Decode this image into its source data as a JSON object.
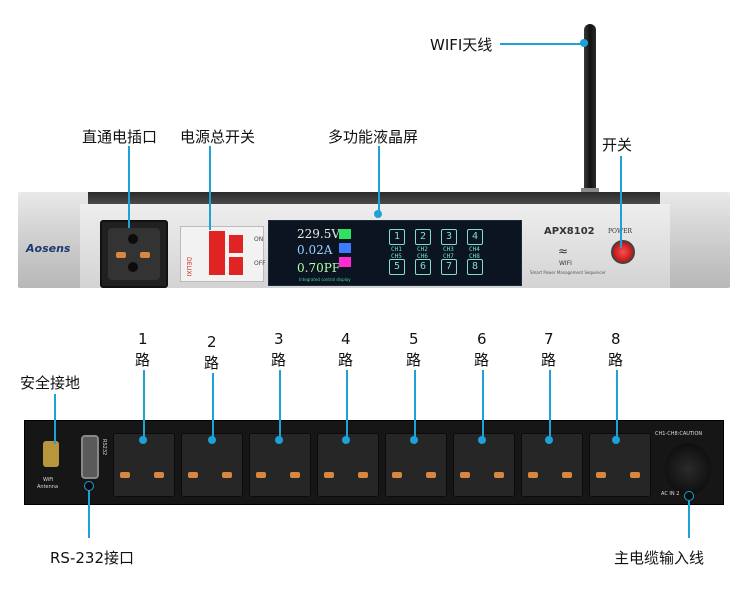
{
  "callouts": {
    "wifi_antenna": "WIFI天线",
    "direct_socket": "直通电插口",
    "main_power_switch": "电源总开关",
    "lcd_screen": "多功能液晶屏",
    "switch": "开关",
    "safety_ground": "安全接地",
    "rs232_port": "RS-232接口",
    "main_power_cable": "主电缆输入线"
  },
  "channels": [
    {
      "num": "1",
      "label": "路"
    },
    {
      "num": "2",
      "label": "路"
    },
    {
      "num": "3",
      "label": "路"
    },
    {
      "num": "4",
      "label": "路"
    },
    {
      "num": "5",
      "label": "路"
    },
    {
      "num": "6",
      "label": "路"
    },
    {
      "num": "7",
      "label": "路"
    },
    {
      "num": "8",
      "label": "路"
    }
  ],
  "front_panel": {
    "brand": "Aosens",
    "model": "APX8102",
    "power_label": "POWER",
    "wifi_label": "WIFI",
    "sub_label": "Smart Power Management Sequencer",
    "breaker_on": "ON",
    "breaker_off": "OFF",
    "breaker_brand": "DELIXI",
    "lcd_voltage": "229.5V",
    "lcd_current": "0.02A",
    "lcd_power": "0.70PF",
    "lcd_footer": "Integrated control display",
    "touch_keys": [
      "1",
      "2",
      "3",
      "4",
      "5",
      "6",
      "7",
      "8"
    ],
    "touch_labels": [
      "CH1",
      "CH2",
      "CH3",
      "CH4",
      "CH5",
      "CH6",
      "CH7",
      "CH8"
    ]
  },
  "rear_panel": {
    "antenna_label_1": "WiFi",
    "antenna_label_2": "Antenna",
    "rs232_label": "RS232",
    "caution_label": "CH1-CH8:CAUTION",
    "ac_in_label": "AC IN 2"
  },
  "colors": {
    "accent_line": "#1da1d6",
    "panel_dark": "#161616",
    "lcd_text": "#7ee0c5",
    "breaker_red": "#e02424",
    "socket_orange": "#d88640"
  }
}
